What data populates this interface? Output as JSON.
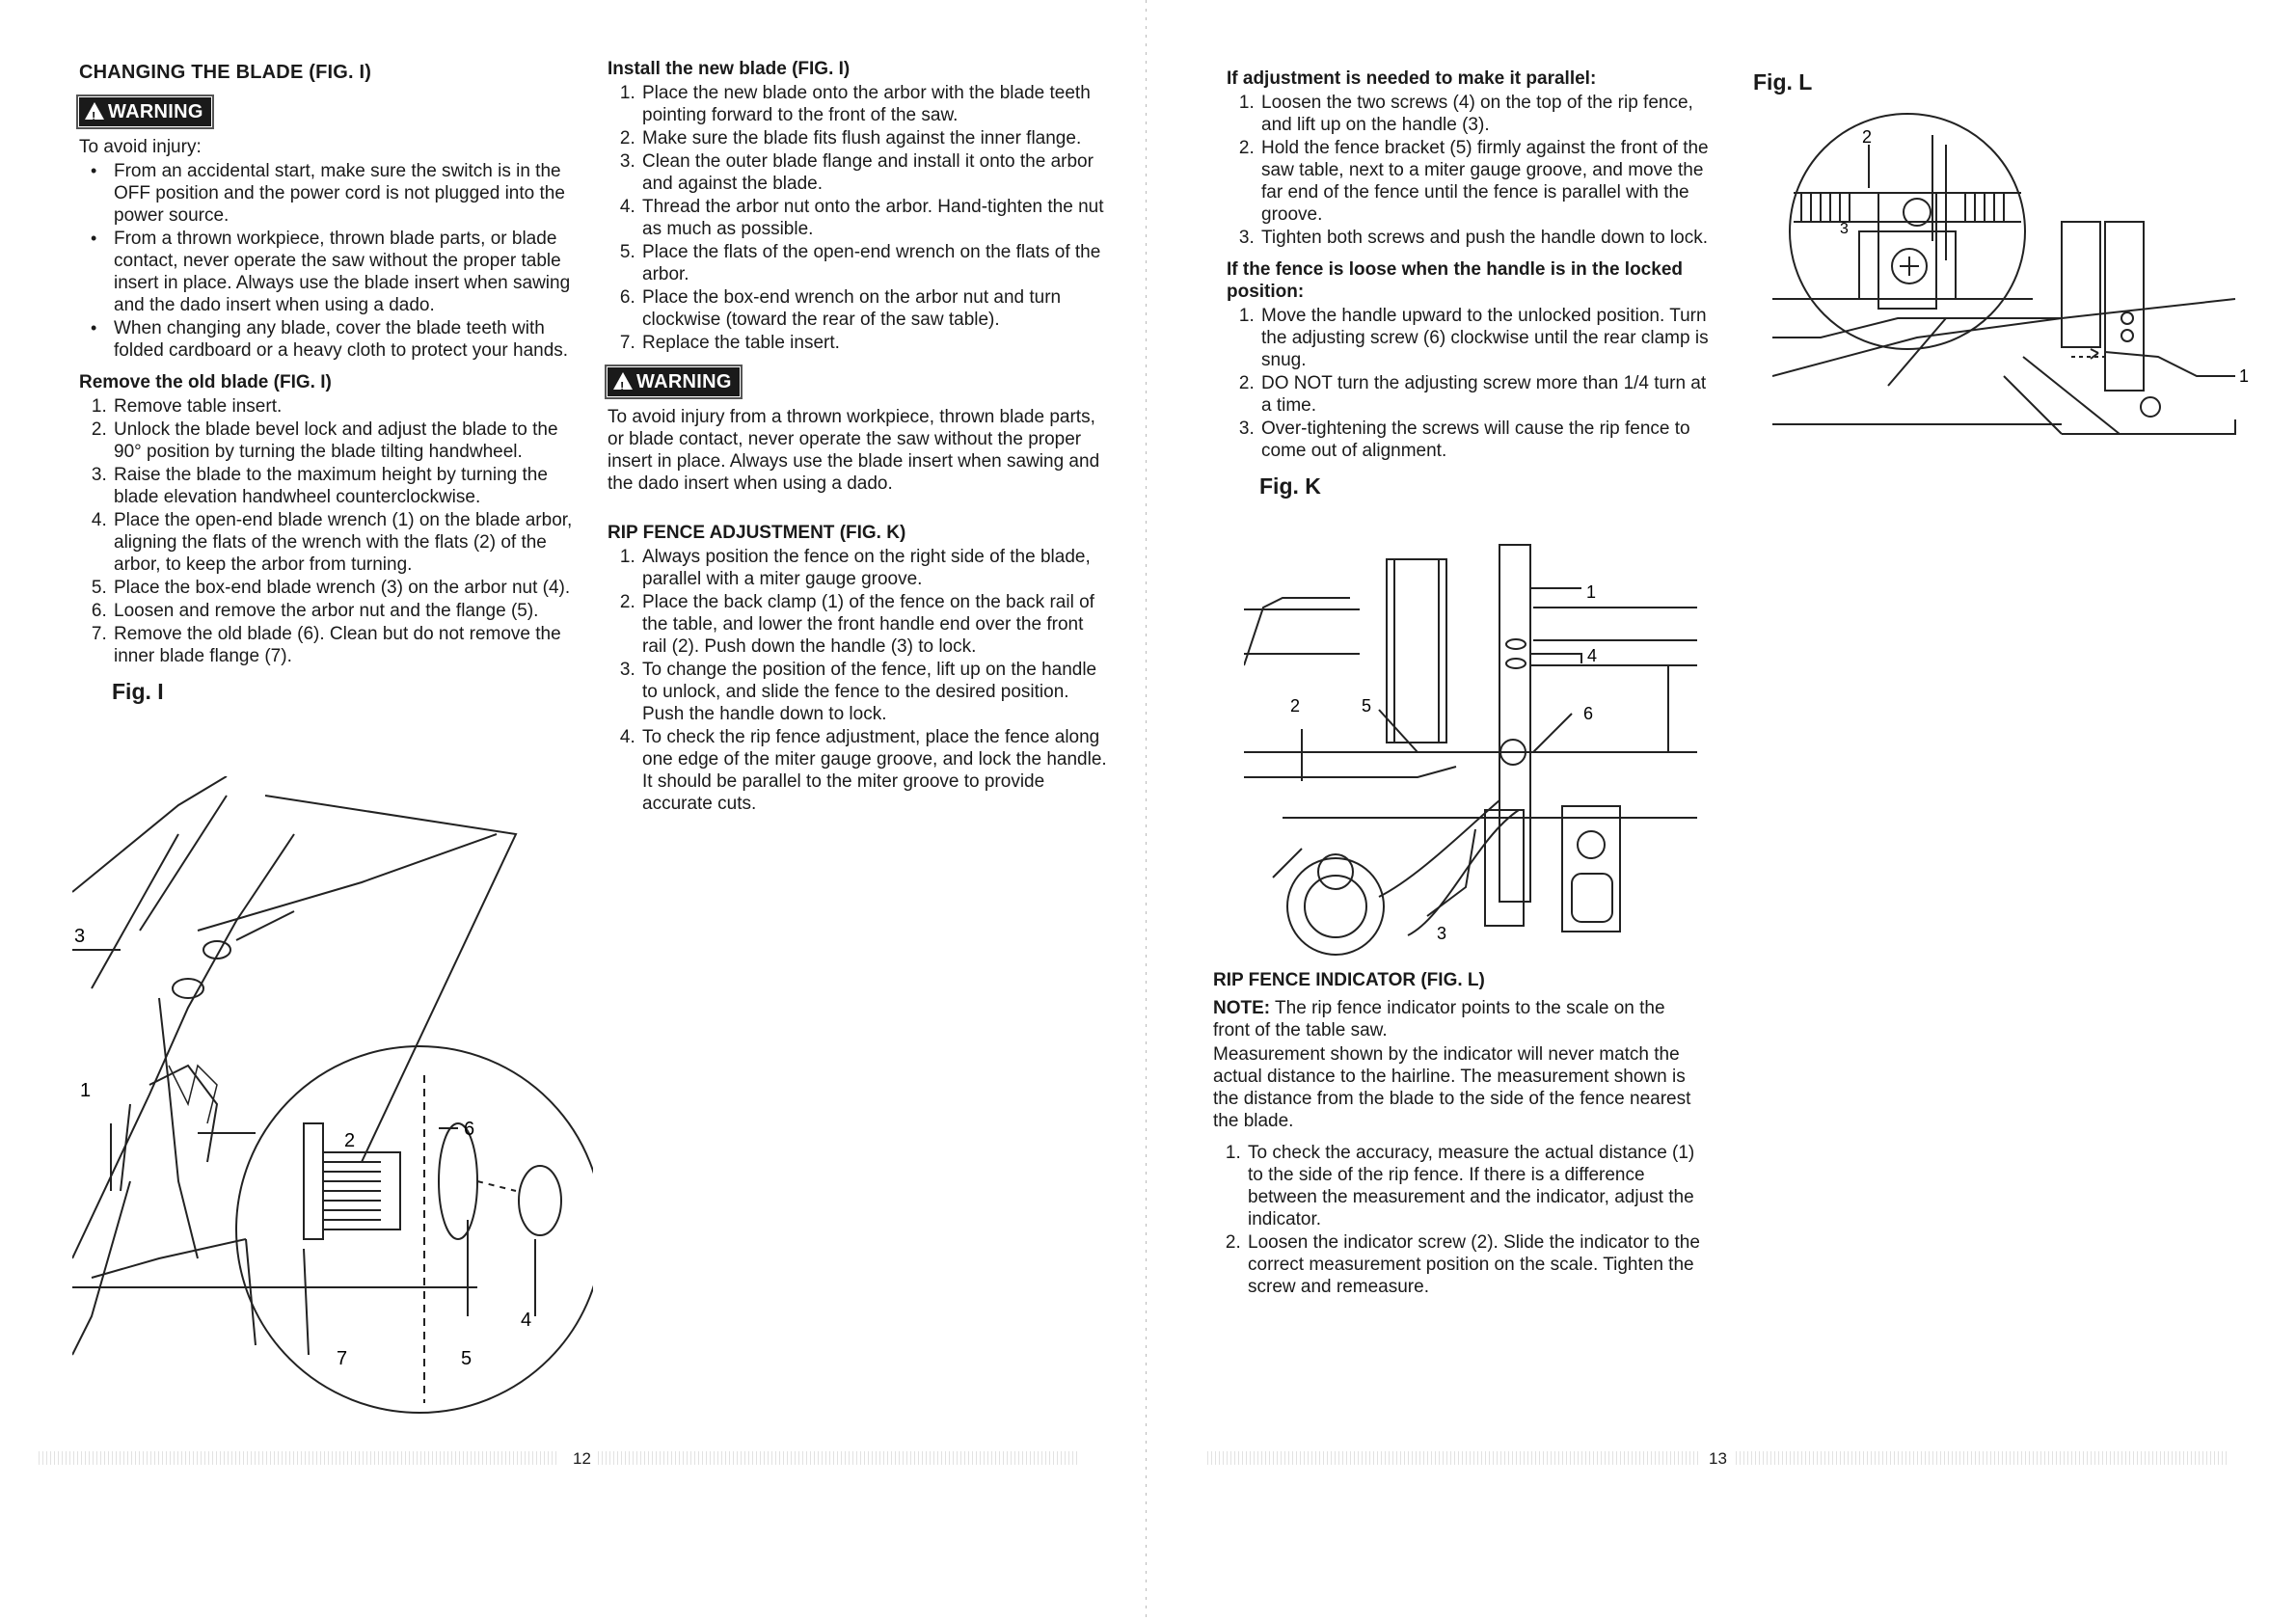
{
  "left_col": {
    "heading": "CHANGING THE BLADE (FIG. I)",
    "warning_label": "WARNING",
    "intro": "To avoid injury:",
    "bullets": [
      "From an accidental start, make sure the switch is in the OFF position and the power cord is not plugged into the power source.",
      "From a thrown workpiece, thrown blade parts, or blade contact, never operate the saw without the proper table insert in place. Always use the blade insert when sawing and the dado insert when using a dado.",
      "When changing any blade, cover the blade teeth with folded cardboard or a heavy cloth to protect your hands."
    ],
    "remove_heading": "Remove the old blade (FIG. I)",
    "remove_steps": [
      "Remove table insert.",
      "Unlock the blade bevel lock and adjust the blade to the 90° position by turning the blade tilting handwheel.",
      "Raise the blade to the maximum height by turning the blade elevation handwheel counterclockwise.",
      "Place the open-end blade wrench (1) on the blade arbor, aligning the flats of the wrench with the flats (2) of the arbor, to keep the arbor from turning.",
      "Place the box-end blade wrench (3) on the arbor nut (4).",
      "Loosen and remove the arbor nut and the flange (5).",
      "Remove the old blade (6). Clean but do not remove the inner blade flange (7)."
    ],
    "fig_label": "Fig. I"
  },
  "mid_col": {
    "install_heading": "Install the new blade (FIG. I)",
    "install_steps": [
      "Place the new blade onto the arbor with the blade teeth pointing forward to the front of the saw.",
      "Make sure the blade fits flush against the inner flange.",
      "Clean the outer blade flange and install it onto the arbor and against the blade.",
      "Thread the arbor nut onto the arbor. Hand-tighten the nut as much as possible.",
      "Place the flats of the open-end wrench on the flats of the arbor.",
      "Place the box-end wrench on the arbor nut and turn clockwise (toward the rear of the saw table).",
      "Replace the table insert."
    ],
    "warning_label": "WARNING",
    "warning_text": "To avoid injury from a thrown workpiece, thrown blade parts, or blade contact, never operate the saw without the proper insert in place. Always use the blade insert when sawing and the dado insert when using a dado.",
    "rip_heading": "RIP FENCE ADJUSTMENT (FIG. K)",
    "rip_steps": [
      "Always position the fence on the right side of the blade, parallel with a miter gauge groove.",
      "Place the back clamp (1) of the fence on the back rail of the table, and lower the front handle end over the front rail (2). Push down the handle (3) to lock.",
      "To change the position of the fence, lift up on the handle to unlock, and slide the fence to the desired position. Push the handle down to lock.",
      "To check the rip fence adjustment, place the fence along one edge of the miter gauge groove, and lock the handle. It should be parallel to the miter groove to provide accurate cuts."
    ]
  },
  "right_col": {
    "parallel_heading": "If adjustment is needed to make it parallel:",
    "parallel_steps": [
      "Loosen the two screws (4) on the top of the rip fence, and lift up on the handle (3).",
      "Hold the fence bracket (5) firmly against the front of the saw table, next to a miter gauge groove, and move the far end of the fence until the fence is parallel with the groove.",
      "Tighten both screws and push the handle down to lock."
    ],
    "loose_heading": "If the fence is loose when the handle is in the locked position:",
    "loose_steps": [
      "Move the handle upward to the unlocked position. Turn the adjusting screw (6) clockwise until the rear clamp is snug.",
      "DO NOT turn the adjusting screw more than 1/4 turn at a time.",
      "Over-tightening the screws will cause the rip fence to come out of alignment."
    ],
    "fig_k_label": "Fig. K",
    "fig_l_label": "Fig. L",
    "indicator_heading": "RIP FENCE INDICATOR (FIG. L)",
    "note_label": "NOTE:",
    "note_text": "The rip fence indicator points to the scale on the front of the table saw.",
    "measure_text": "Measurement shown by the indicator will never match the actual distance to the hairline. The measurement shown is the distance from the blade to the side of the fence nearest the blade.",
    "indicator_steps": [
      "To check the accuracy, measure the actual distance (1) to the side of the rip fence. If there is a difference between the measurement and the indicator, adjust the indicator.",
      "Loosen the indicator screw (2). Slide the indicator to the correct measurement position on the scale. Tighten the screw and remeasure."
    ]
  },
  "fig_i_callouts": {
    "c1": "1",
    "c2": "2",
    "c3": "3",
    "c4": "4",
    "c5": "5",
    "c6": "6",
    "c7": "7"
  },
  "fig_k_callouts": {
    "c1": "1",
    "c2": "2",
    "c3": "3",
    "c4": "4",
    "c5": "5",
    "c6": "6"
  },
  "fig_l_callouts": {
    "c1": "1",
    "c2": "2",
    "c3": "3"
  },
  "page_numbers": {
    "left": "12",
    "right": "13"
  }
}
